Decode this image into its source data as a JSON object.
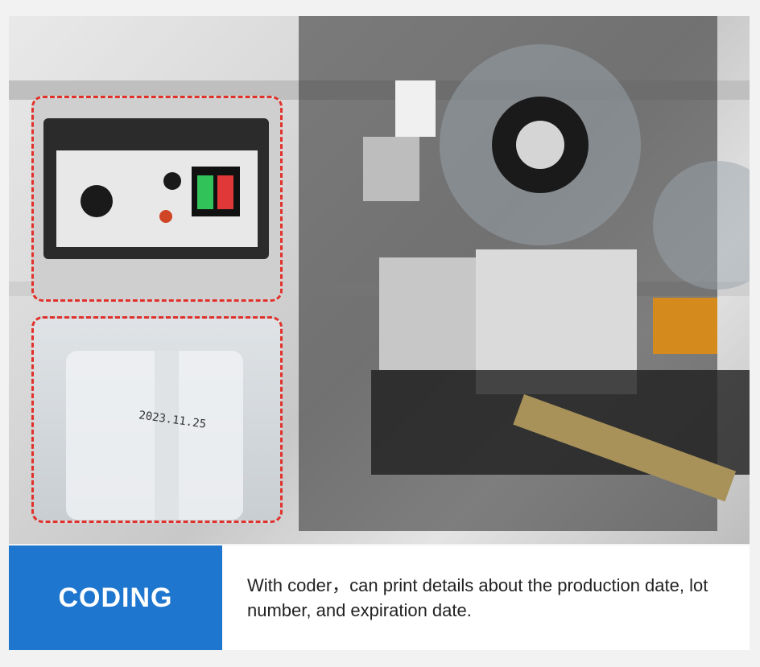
{
  "product_photo": {
    "insets": {
      "controller": {
        "image": "temperature-controller-photo"
      },
      "bag": {
        "image": "printed-bag-photo",
        "print_text": "2023.11.25"
      }
    },
    "main_image": "hot-stamp-coder-photo"
  },
  "feature": {
    "label": "CODING",
    "description": "With coder，can print details about the production date, lot number, and expiration date."
  },
  "colors": {
    "label_bg": "#1e76cf",
    "inset_border": "#e0322b"
  }
}
